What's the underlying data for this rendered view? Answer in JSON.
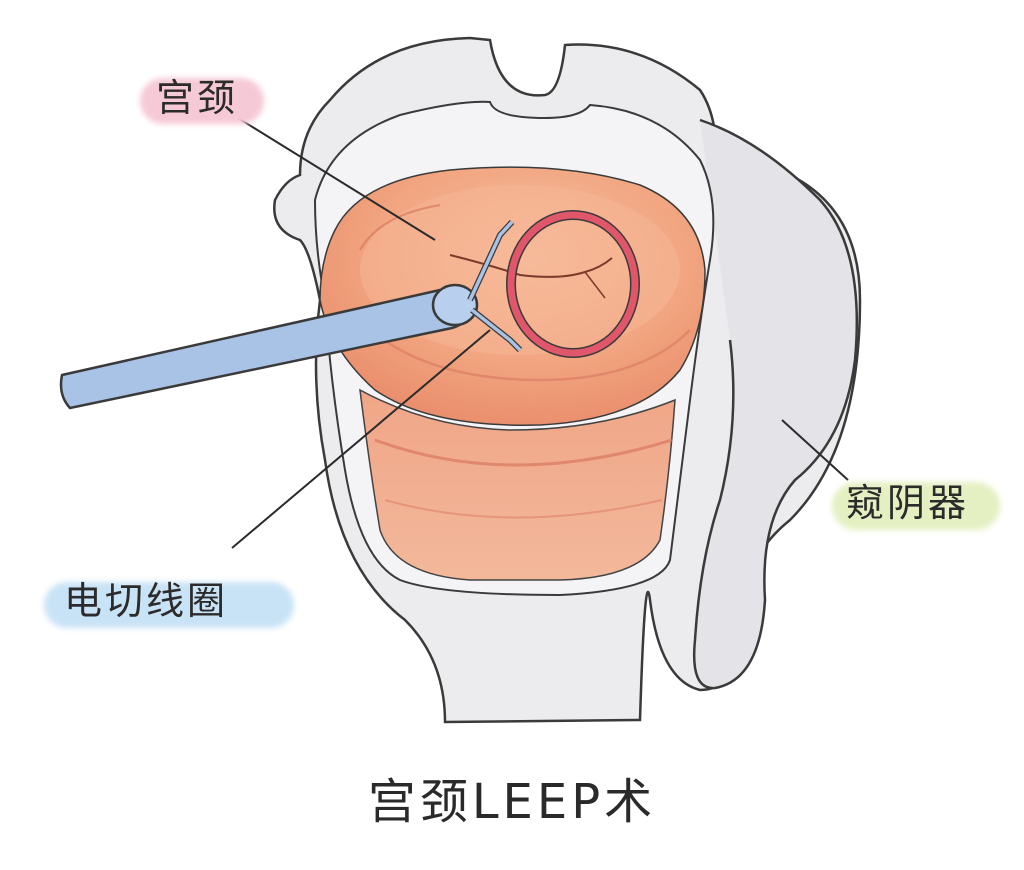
{
  "labels": {
    "cervix": "宫颈",
    "speculum": "窥阴器",
    "loop_electrode": "电切线圈"
  },
  "title": "宫颈LEEP术",
  "colors": {
    "cervix_highlight": "#f6c9d6",
    "speculum_highlight": "#e4f0c2",
    "loop_highlight": "#c9e3f6",
    "tissue": "#f2a883",
    "speculum_body": "#eaeaec",
    "instrument": "#a9c3e6",
    "loop_ring": "#e0566a",
    "outline": "#3a3a3a"
  }
}
